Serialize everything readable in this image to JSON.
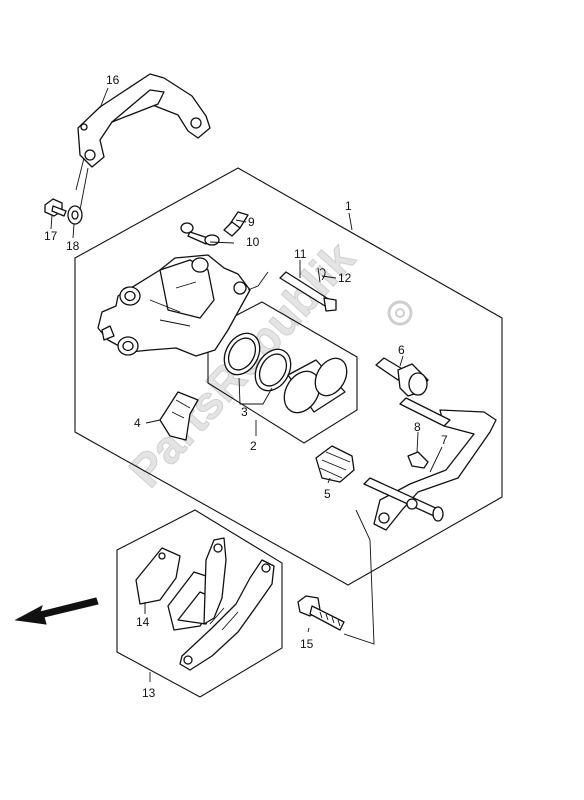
{
  "watermark": "PartsRepublik",
  "callouts": {
    "c1": "1",
    "c2": "2",
    "c3": "3",
    "c4": "4",
    "c5": "5",
    "c6": "6",
    "c7": "7",
    "c8": "8",
    "c9": "9",
    "c10": "10",
    "c11": "11",
    "c12": "12",
    "c13": "13",
    "c14": "14",
    "c15": "15",
    "c16": "16",
    "c17": "17",
    "c18": "18"
  },
  "icons": {
    "direction_arrow": "front-direction-arrow-icon",
    "watermark_logo": "gear-icon"
  }
}
